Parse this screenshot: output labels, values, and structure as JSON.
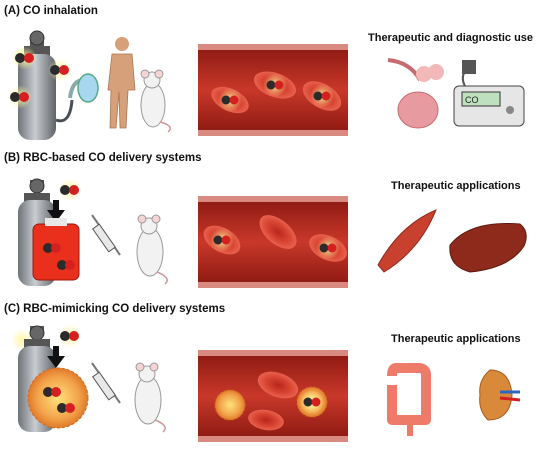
{
  "panels": {
    "a": {
      "title": "(A) CO inhalation",
      "use_title": "Therapeutic and diagnostic use",
      "device_text": "CO"
    },
    "b": {
      "title": "(B) RBC-based CO delivery systems",
      "use_title": "Therapeutic applications"
    },
    "c": {
      "title": "(C) RBC-mimicking CO delivery systems",
      "use_title": "Therapeutic applications"
    }
  },
  "colors": {
    "vessel": "#b8261c",
    "rbc": "#d94432",
    "co_glow": "#fff176",
    "carbon": "#2b2b2b",
    "oxygen": "#d62020",
    "cylinder": "#9ea3a8",
    "bag": "#e8301c",
    "nanoparticle": "#f2a24a",
    "muscle": "#c8402e",
    "liver": "#8e2a1c",
    "lung": "#e79aa0",
    "colon": "#ee7a6a",
    "kidney": "#d9893a"
  },
  "icons": [
    "gas-cylinder-icon",
    "inhalation-mask-icon",
    "human-figure-icon",
    "mouse-icon",
    "blood-vessel-icon",
    "co-molecule-icon",
    "lung-icon",
    "co-monitor-icon",
    "blood-bag-icon",
    "syringe-icon",
    "down-arrow-icon",
    "nanoparticle-icon",
    "muscle-icon",
    "liver-icon",
    "colon-icon",
    "kidney-icon"
  ]
}
